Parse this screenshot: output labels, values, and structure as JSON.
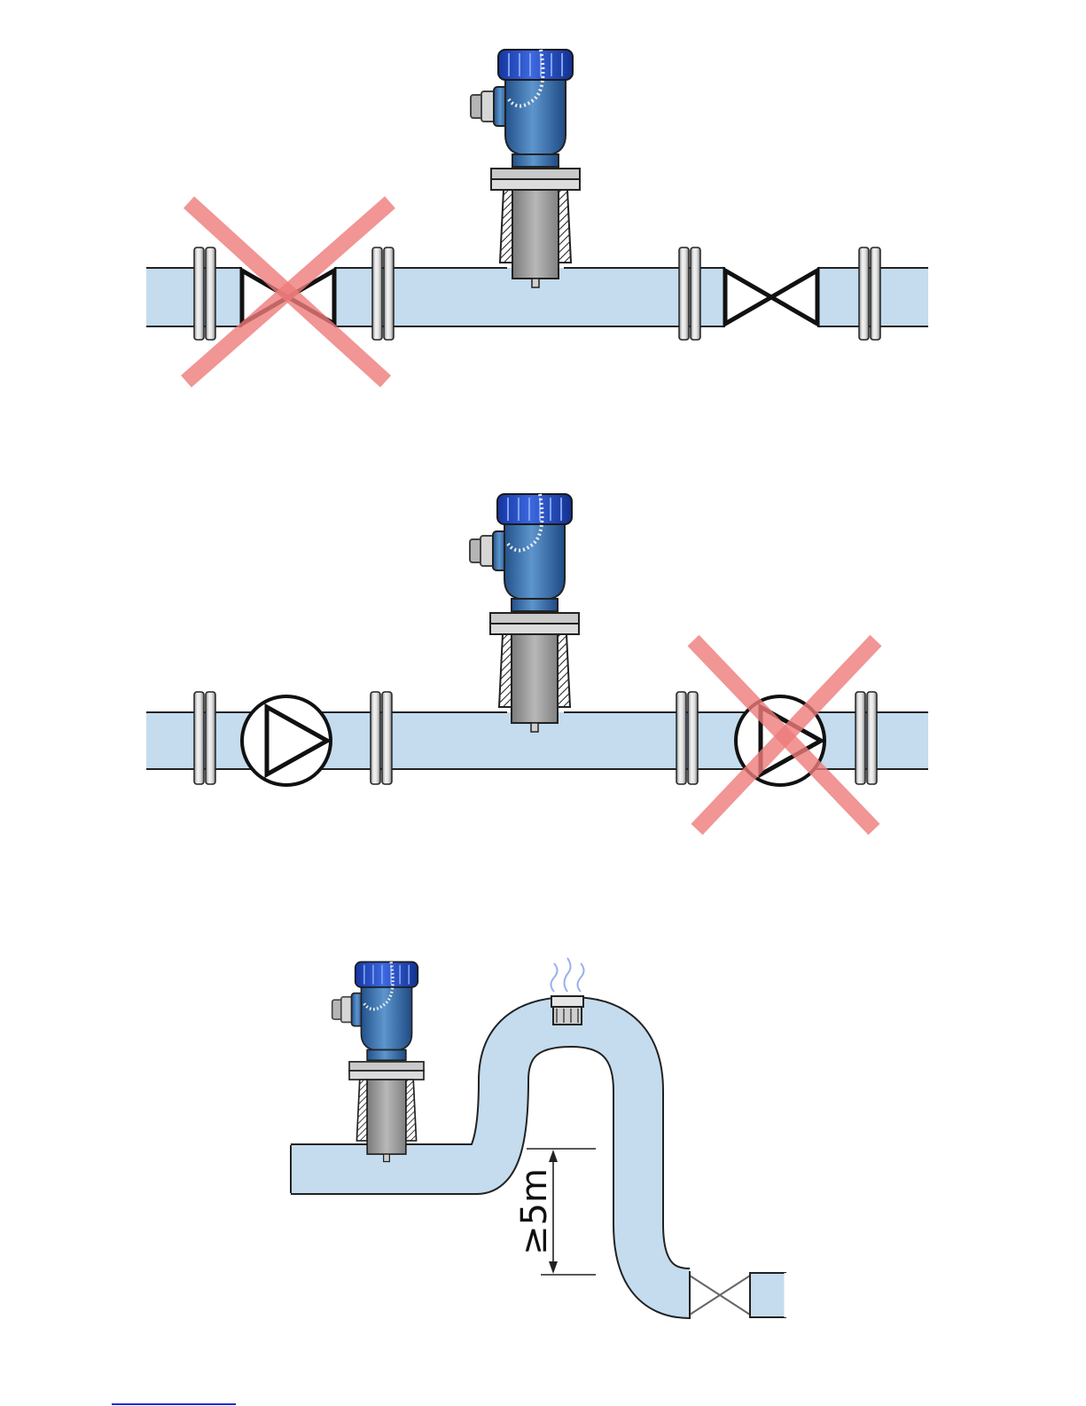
{
  "figure": {
    "diagrams": [
      {
        "id": "valve-installation",
        "devices": [
          "valve",
          "valve"
        ],
        "crossed_device_index": 0
      },
      {
        "id": "pump-installation",
        "devices": [
          "pump",
          "pump"
        ],
        "crossed_device_index": 1
      },
      {
        "id": "vent-loop-installation",
        "devices": [
          "valve"
        ],
        "crossed_device_index": null
      }
    ],
    "dimension_label": "≥5m",
    "colors": {
      "pipe_fill": "#c4dcee",
      "pipe_outline": "#222222",
      "cross_mark": "#ee8a8a",
      "housing_cap": "#2b55c9",
      "housing_body": "#4f86bd",
      "flange": "#d8d8d8",
      "sensor_tube": "#a8a8a8",
      "steam": "#9ab0ee",
      "footer_rule": "#1d2ed6"
    }
  }
}
